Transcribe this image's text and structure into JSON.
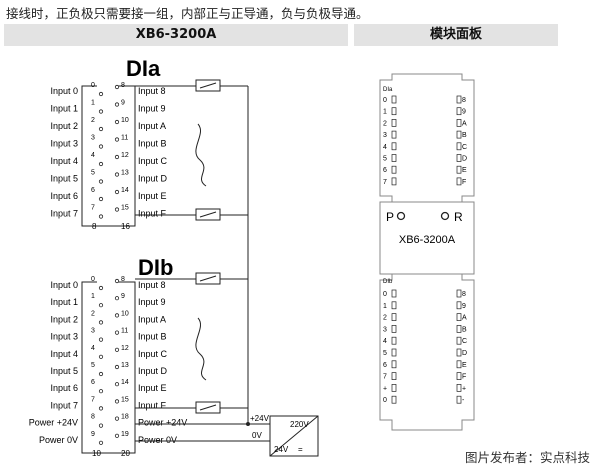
{
  "note": "接线时，正负极只需要接一组，内部正与正导通，负与负极导通。",
  "headers": {
    "left": "XB6-3200A",
    "right": "模块面板"
  },
  "credit": "图片发布者：实点科技",
  "group_a": {
    "title": "DIa",
    "left_inputs": [
      "Input 0",
      "Input 1",
      "Input 2",
      "Input 3",
      "Input 4",
      "Input 5",
      "Input 6",
      "Input 7"
    ],
    "right_inputs": [
      "Input 8",
      "Input 9",
      "Input A",
      "Input B",
      "Input C",
      "Input D",
      "Input E",
      "Input F"
    ],
    "left_pins": [
      "0",
      "1",
      "2",
      "3",
      "4",
      "5",
      "6",
      "7"
    ],
    "right_pins": [
      "8",
      "9",
      "10",
      "11",
      "12",
      "13",
      "14",
      "15"
    ],
    "bottom_left_pin": "8",
    "bottom_right_pin": "16"
  },
  "group_b": {
    "title": "DIb",
    "left_inputs": [
      "Input 0",
      "Input 1",
      "Input 2",
      "Input 3",
      "Input 4",
      "Input 5",
      "Input 6",
      "Input 7",
      "Power +24V",
      "Power 0V"
    ],
    "right_inputs": [
      "Input 8",
      "Input 9",
      "Input A",
      "Input B",
      "Input C",
      "Input D",
      "Input E",
      "Input F",
      "Power +24V",
      "Power 0V"
    ],
    "left_pins": [
      "0",
      "1",
      "2",
      "3",
      "4",
      "5",
      "6",
      "7",
      "8",
      "9"
    ],
    "right_pins": [
      "8",
      "9",
      "10",
      "11",
      "12",
      "13",
      "14",
      "15",
      "18",
      "19"
    ],
    "bottom_left_pin": "10",
    "bottom_right_pin": "20"
  },
  "psu": {
    "in_label": "220V",
    "out_label": "24V",
    "plus_label": "+24V",
    "zero_label": "0V"
  },
  "panel": {
    "top_label": "DIa",
    "bottom_label": "DIb",
    "top_left_leds": [
      "0",
      "1",
      "2",
      "3",
      "4",
      "5",
      "6",
      "7"
    ],
    "top_right_leds": [
      "8",
      "9",
      "A",
      "B",
      "C",
      "D",
      "E",
      "F"
    ],
    "bottom_left_leds": [
      "0",
      "1",
      "2",
      "3",
      "4",
      "5",
      "6",
      "7",
      "+",
      "0"
    ],
    "bottom_right_leds": [
      "8",
      "9",
      "A",
      "B",
      "C",
      "D",
      "E",
      "F",
      "+",
      "-"
    ],
    "status_left": "P",
    "status_right": "R",
    "model": "XB6-3200A"
  }
}
